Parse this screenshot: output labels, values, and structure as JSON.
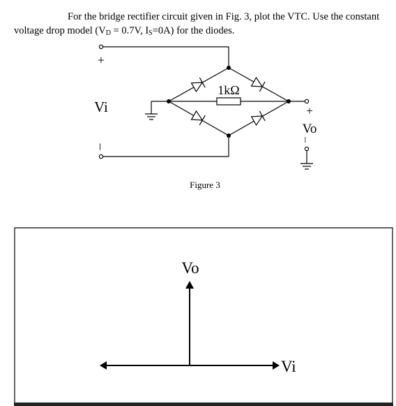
{
  "problem": {
    "line1": "For the bridge rectifier circuit given in Fig. 3, plot the VTC. Use the constant",
    "line2_pre": "voltage drop model (V",
    "vd_sub": "D",
    "line2_mid": " = 0.7V, I",
    "is_sub": "S",
    "line2_post": "=0A) for the diodes."
  },
  "circuit": {
    "plus_in": "+",
    "vi_label": "Vi",
    "minus_in": "–",
    "resistor_label": "1kΩ",
    "plus_out": "+",
    "vo_label": "Vo",
    "minus_out": "–",
    "caption": "Figure 3"
  },
  "plot": {
    "y_axis_label": "Vo",
    "x_axis_label": "Vi"
  }
}
